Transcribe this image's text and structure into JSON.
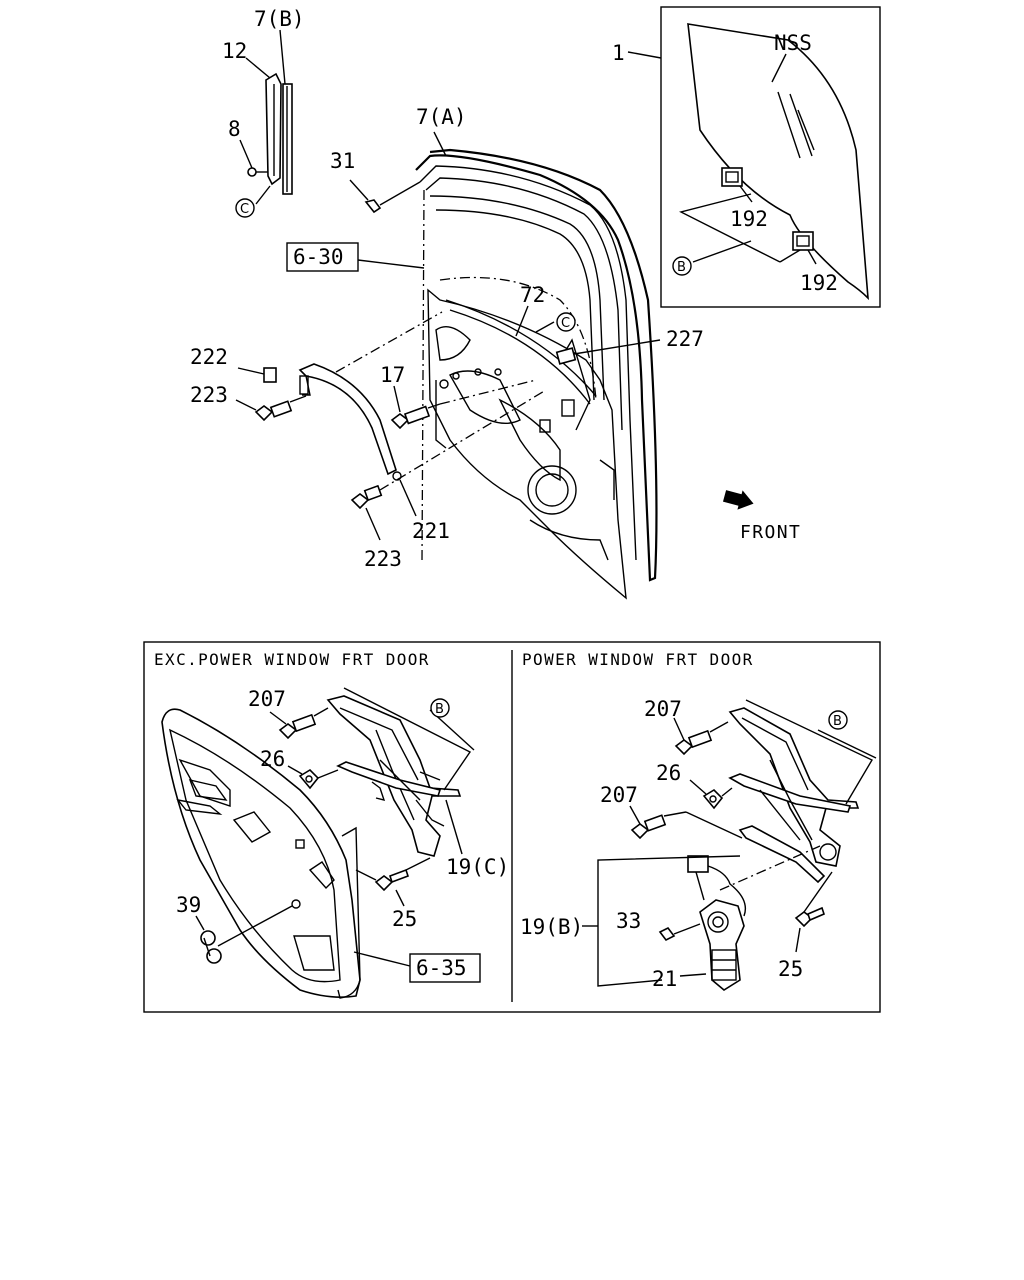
{
  "top": {
    "labels": {
      "p7b": "7(B)",
      "p12": "12",
      "p8": "8",
      "p31": "31",
      "p7a": "7(A)",
      "ref630": "6-30",
      "p72": "72",
      "p1": "1",
      "nss": "NSS",
      "p192a": "192",
      "p192b": "192",
      "p227": "227",
      "p222": "222",
      "p223a": "223",
      "p17": "17",
      "p221": "221",
      "p223b": "223",
      "front": "FRONT"
    },
    "circles": {
      "c1": "C",
      "c2": "C",
      "b1": "B"
    }
  },
  "left_panel": {
    "header": "EXC.POWER WINDOW FRT DOOR",
    "labels": {
      "p207": "207",
      "p26": "26",
      "p19c": "19(C)",
      "p25": "25",
      "p39": "39",
      "ref635": "6-35"
    },
    "circles": {
      "b": "B"
    }
  },
  "right_panel": {
    "header": "POWER WINDOW FRT DOOR",
    "labels": {
      "p207a": "207",
      "p26": "26",
      "p207b": "207",
      "p19b": "19(B)",
      "p33": "33",
      "p21": "21",
      "p25": "25"
    },
    "circles": {
      "b": "B"
    }
  }
}
